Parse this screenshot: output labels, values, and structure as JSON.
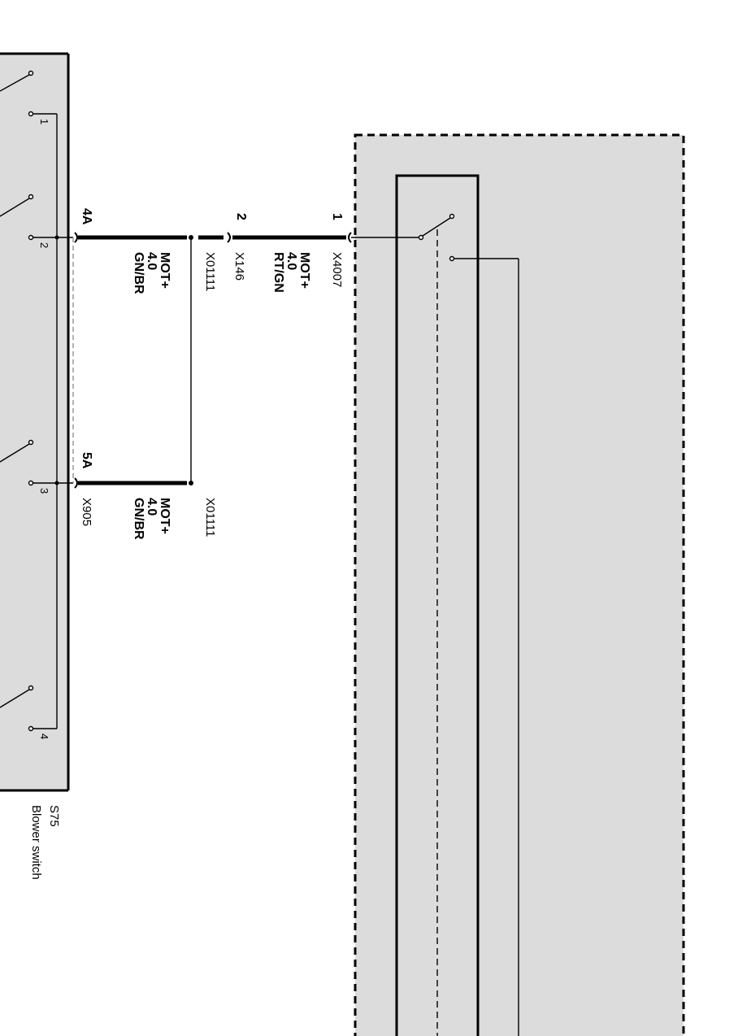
{
  "component": {
    "id": "S75",
    "name": "Blower switch"
  },
  "switch_pins": [
    "1",
    "2",
    "3",
    "4"
  ],
  "wires": [
    {
      "pin": "4A",
      "signal": "MOT+",
      "gauge": "4.0",
      "color": "GN/BR",
      "splice": "X01111"
    },
    {
      "pin": "2",
      "connector": "X146",
      "signal": "MOT+",
      "gauge": "4.0",
      "color": "RT/GN"
    },
    {
      "pin": "1",
      "connector": "X4007"
    },
    {
      "pin": "5A",
      "connector": "X905",
      "signal": "MOT+",
      "gauge": "4.0",
      "color": "GN/BR",
      "splice": "X01111"
    }
  ]
}
